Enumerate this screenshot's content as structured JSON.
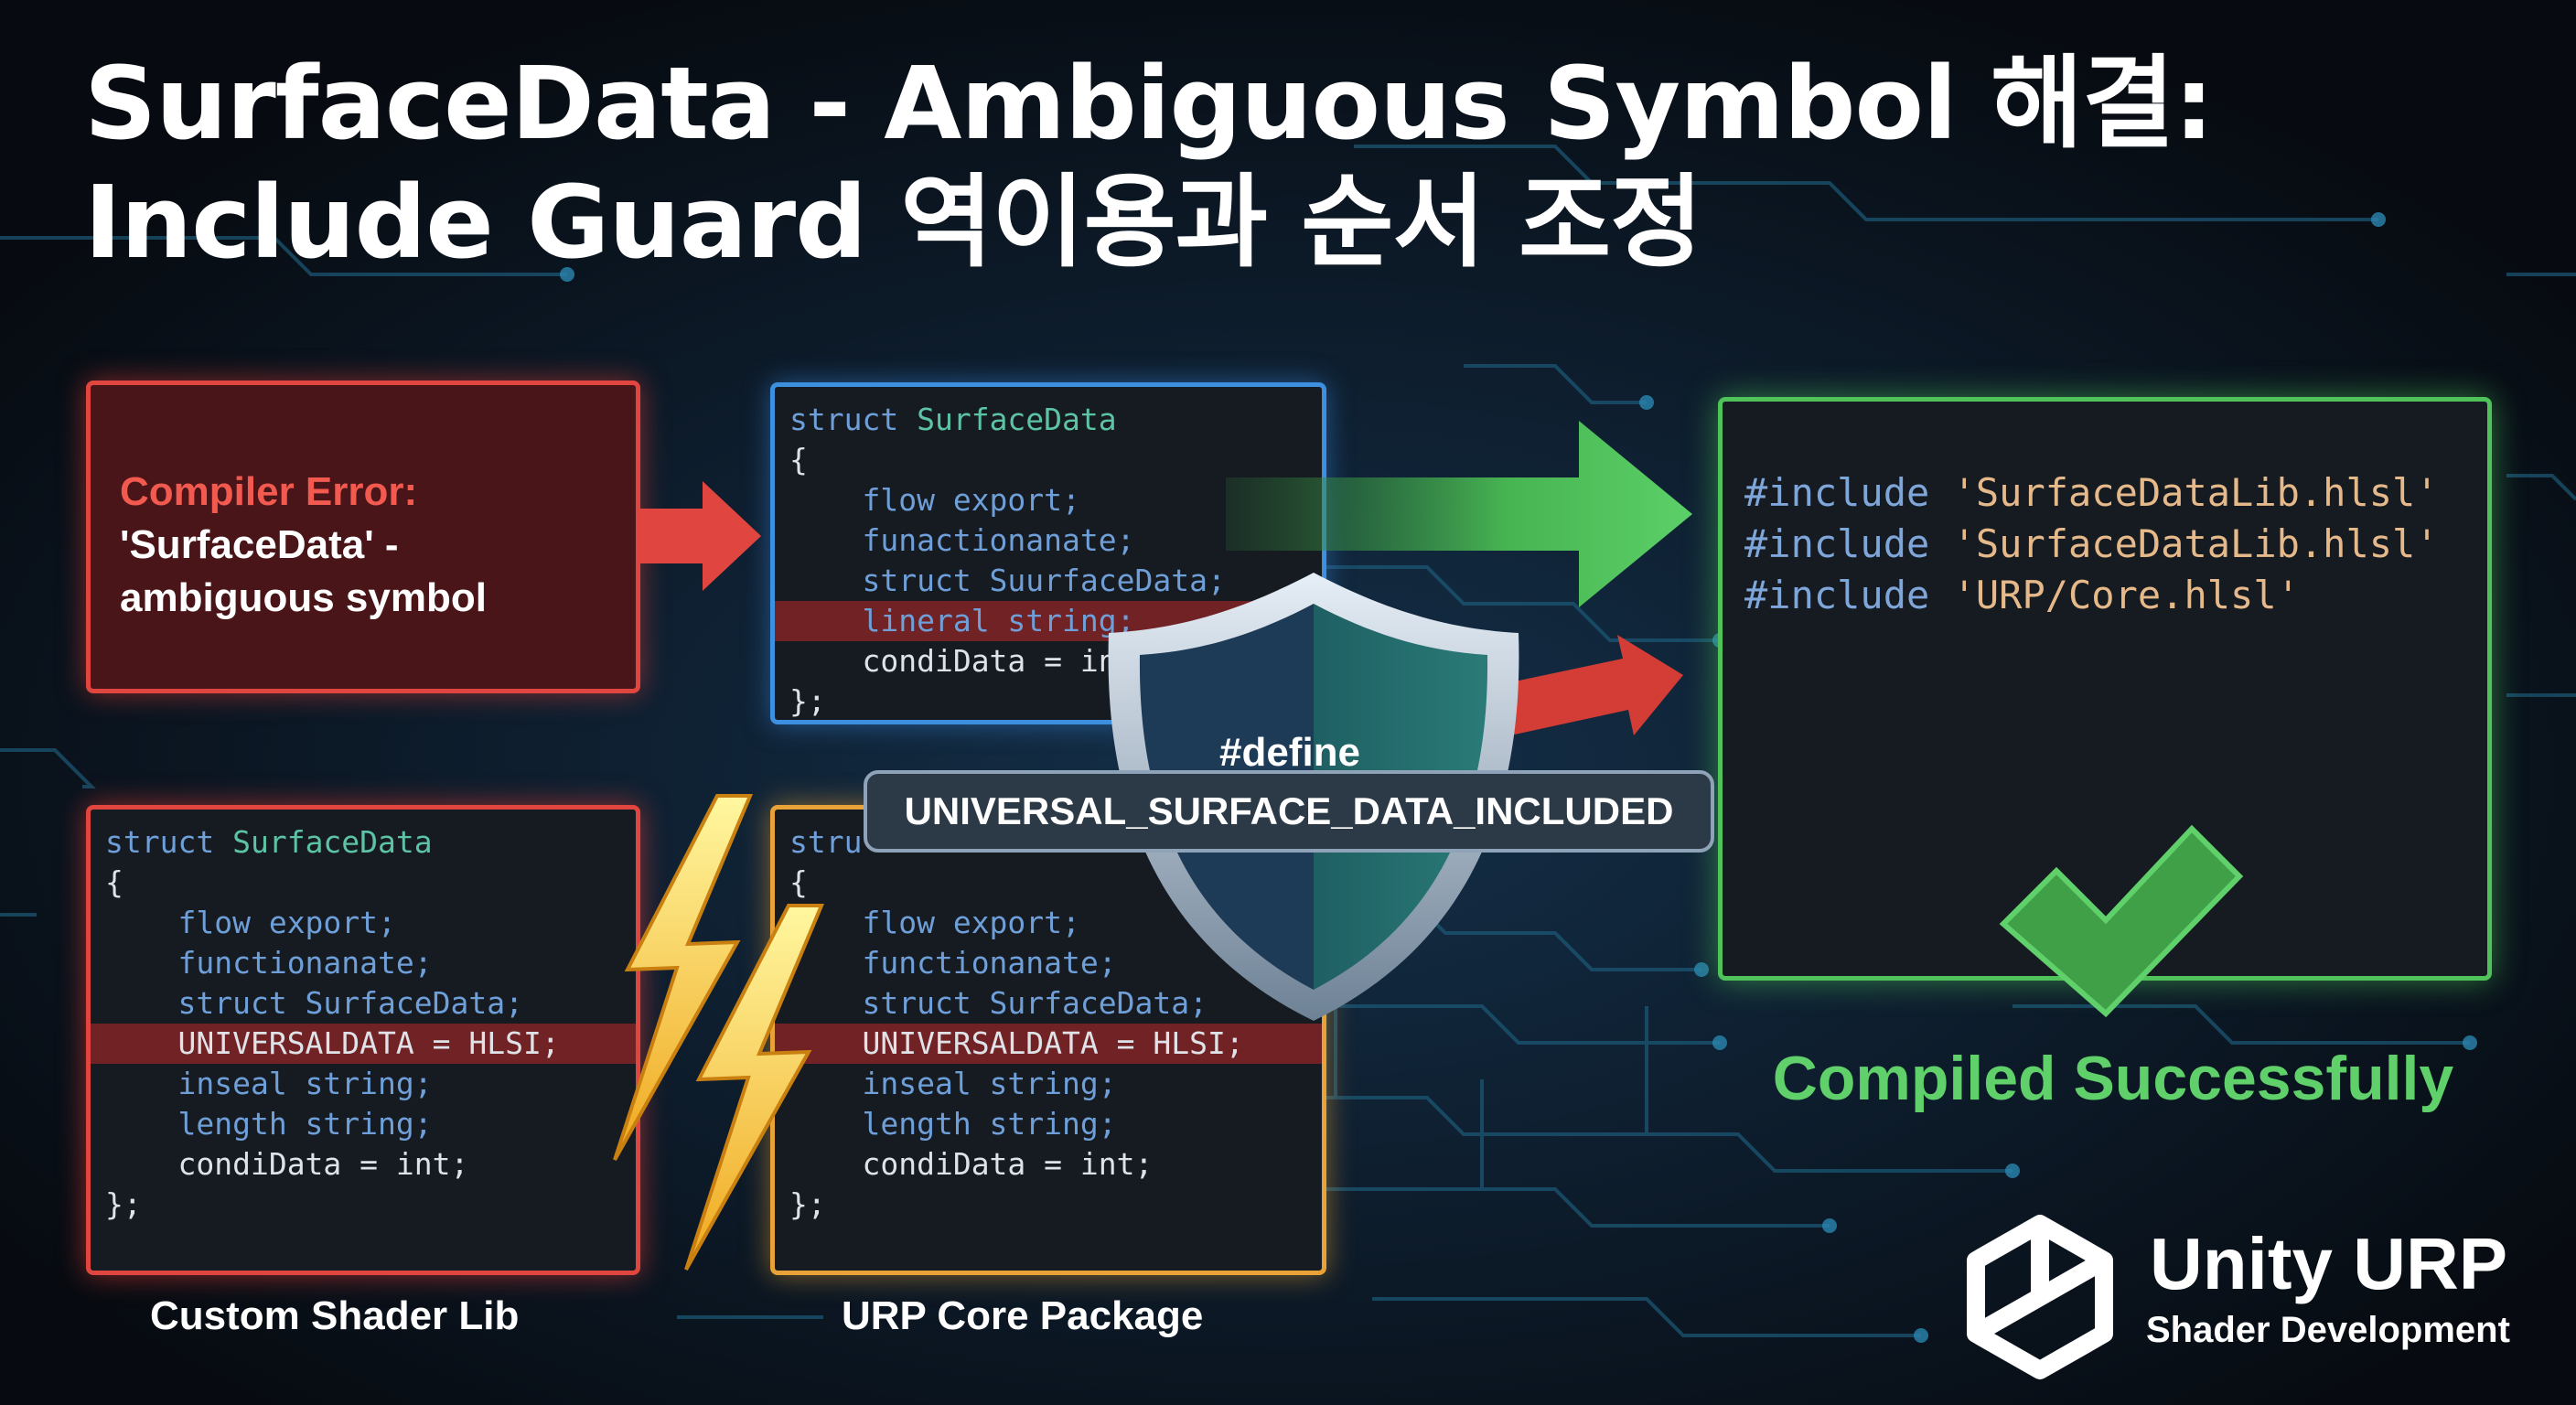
{
  "title": {
    "line1": "SurfaceData - Ambiguous Symbol 해결:",
    "line2": "Include Guard 역이용과 순서 조정"
  },
  "error_box": {
    "heading": "Compiler Error:",
    "line1": "'SurfaceData' -",
    "line2": "ambiguous symbol"
  },
  "blue_code": {
    "struct_kw": "struct",
    "struct_name": "SurfaceData",
    "open": "{",
    "lines": [
      "flow export;",
      "funactionanate;",
      "struct SuurfaceData;",
      "lineral string;",
      "condiData = int"
    ],
    "close": "};"
  },
  "red_code": {
    "struct_kw": "struct",
    "struct_name": "SurfaceData",
    "open": "{",
    "lines": [
      "flow export;",
      "functionanate;",
      "struct SurfaceData;",
      "UNIVERSALDATA = HLSI;",
      "inseal string;",
      "length string;",
      "condiData = int;"
    ],
    "close": "};"
  },
  "orange_code": {
    "struct_kw": "stru",
    "open": "{",
    "lines": [
      "flow export;",
      "functionanate;",
      "struct SurfaceData;",
      "UNIVERSALDATA = HLSI;",
      "inseal string;",
      "length string;",
      "condiData = int;"
    ],
    "close": "};"
  },
  "green_code": {
    "line1_kw": "#include",
    "line1_str": "'SurfaceDataLib.hlsl'",
    "line2_kw": "#include",
    "line2_str": "'SurfaceDataLib.hlsl'",
    "line3_kw": "#include",
    "line3_str": "'URP/Core.hlsl'"
  },
  "shield": {
    "define_kw": "#define",
    "define_name": "UNIVERSAL_SURFACE_DATA_INCLUDED"
  },
  "labels": {
    "custom": "Custom Shader Lib",
    "urp": "URP Core Package",
    "success": "Compiled Successfully"
  },
  "brand": {
    "name": "Unity URP",
    "sub": "Shader Development"
  },
  "colors": {
    "error": "#e0463f",
    "warning": "#e8a238",
    "info": "#3d8fe0",
    "success": "#4fc25a",
    "background": "#0b121b"
  }
}
